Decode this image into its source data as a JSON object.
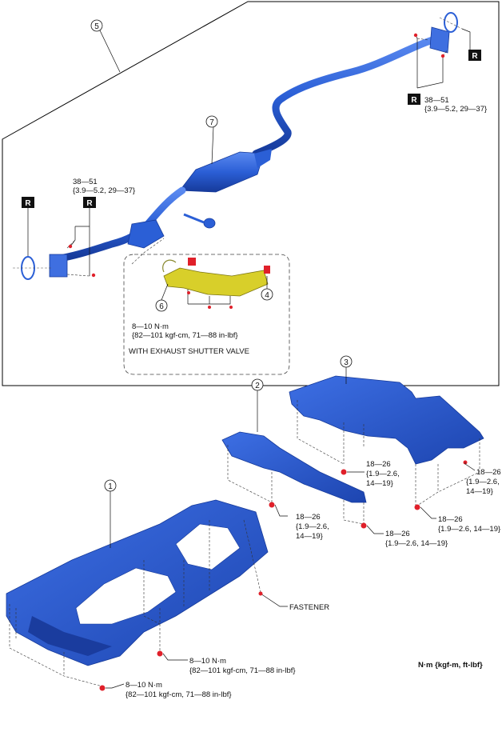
{
  "callouts": [
    "1",
    "2",
    "3",
    "4",
    "5",
    "6",
    "7"
  ],
  "r_badge": "R",
  "torques": {
    "pipe_front_line1": "38—51",
    "pipe_front_line2": "{3.9—5.2, 29—37}",
    "pipe_rear_line1": "38—51",
    "pipe_rear_line2": "{3.9—5.2, 29—37}",
    "valve_line1": "8—10 N·m",
    "valve_line2": "{82—101 kgf-cm, 71—88 in-lbf}",
    "cover2_a_line1": "18—26",
    "cover2_a_line2": "{1.9—2.6,",
    "cover2_a_line3": "14—19}",
    "cover2_b_line1": "18—26",
    "cover2_b_line2": "{1.9—2.6, 14—19}",
    "cover3_a_line1": "18—26",
    "cover3_a_line2": "{1.9—2.6,",
    "cover3_a_line3": "14—19}",
    "cover3_b_line1": "18—26",
    "cover3_b_line2": "{1.9—2.6,",
    "cover3_b_line3": "14—19}",
    "cover3_c_line1": "18—26",
    "cover3_c_line2": "{1.9—2.6, 14—19}",
    "cover1_a_line1": "8—10 N·m",
    "cover1_a_line2": "{82—101 kgf-cm, 71—88 in-lbf}",
    "cover1_b_line1": "8—10 N·m",
    "cover1_b_line2": "{82—101 kgf-cm, 71—88 in-lbf}"
  },
  "labels": {
    "with_shutter": "WITH EXHAUST SHUTTER VALVE",
    "fastener": "FASTENER",
    "units": "N·m {kgf-m, ft-lbf}"
  },
  "colors": {
    "part_blue": "#2b5fd6",
    "part_dark": "#1a3c9e",
    "valve_yellow": "#d8cf2a",
    "bolt_red": "#e0202a"
  }
}
